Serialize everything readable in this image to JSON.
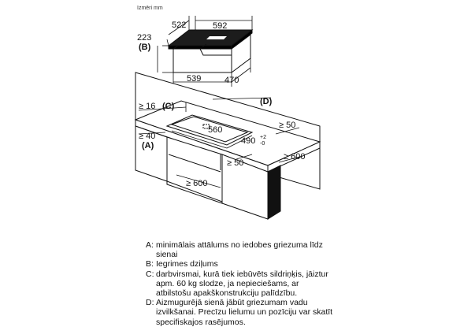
{
  "units_label": "Izmēri mm",
  "hob_top": {
    "dims": {
      "depth_top": "522",
      "width_top": "592",
      "height": "223",
      "height_ref": "(B)",
      "cutout_depth": "539",
      "cutout_width": "470"
    }
  },
  "installation": {
    "dims": {
      "wall_distance": "≥ 16",
      "wall_distance_ref": "(C)",
      "cutout_width": "560",
      "cutout_depth_main": "490",
      "tol_plus": "+2",
      "tol_minus": "-0",
      "front_ref_value": "≥ 40",
      "front_ref": "(A)",
      "right_clearance": "≥ 50",
      "inside_clearance": "≥ 50",
      "cabinet_depth": "≥ 600",
      "inner_width": "≥ 600",
      "wall_ref": "(D)"
    }
  },
  "legend": [
    {
      "key": "A:",
      "text": "minimālais attālums no iedobes griezuma līdz sienai"
    },
    {
      "key": "B:",
      "text": "Iegrimes dziļums"
    },
    {
      "key": "C:",
      "text": "darbvirsmai, kurā tiek iebūvēts sildriņķis, jāiztur apm. 60 kg slodze, ja nepieciešams, ar atbilstošu apakškonstrukciju palīdzību."
    },
    {
      "key": "D:",
      "text": "Aizmugurējā sienā jābūt griezumam vadu izvilkšanai. Precīzu lielumu un pozīciju var skatīt specifiskajos rasējumos."
    }
  ]
}
